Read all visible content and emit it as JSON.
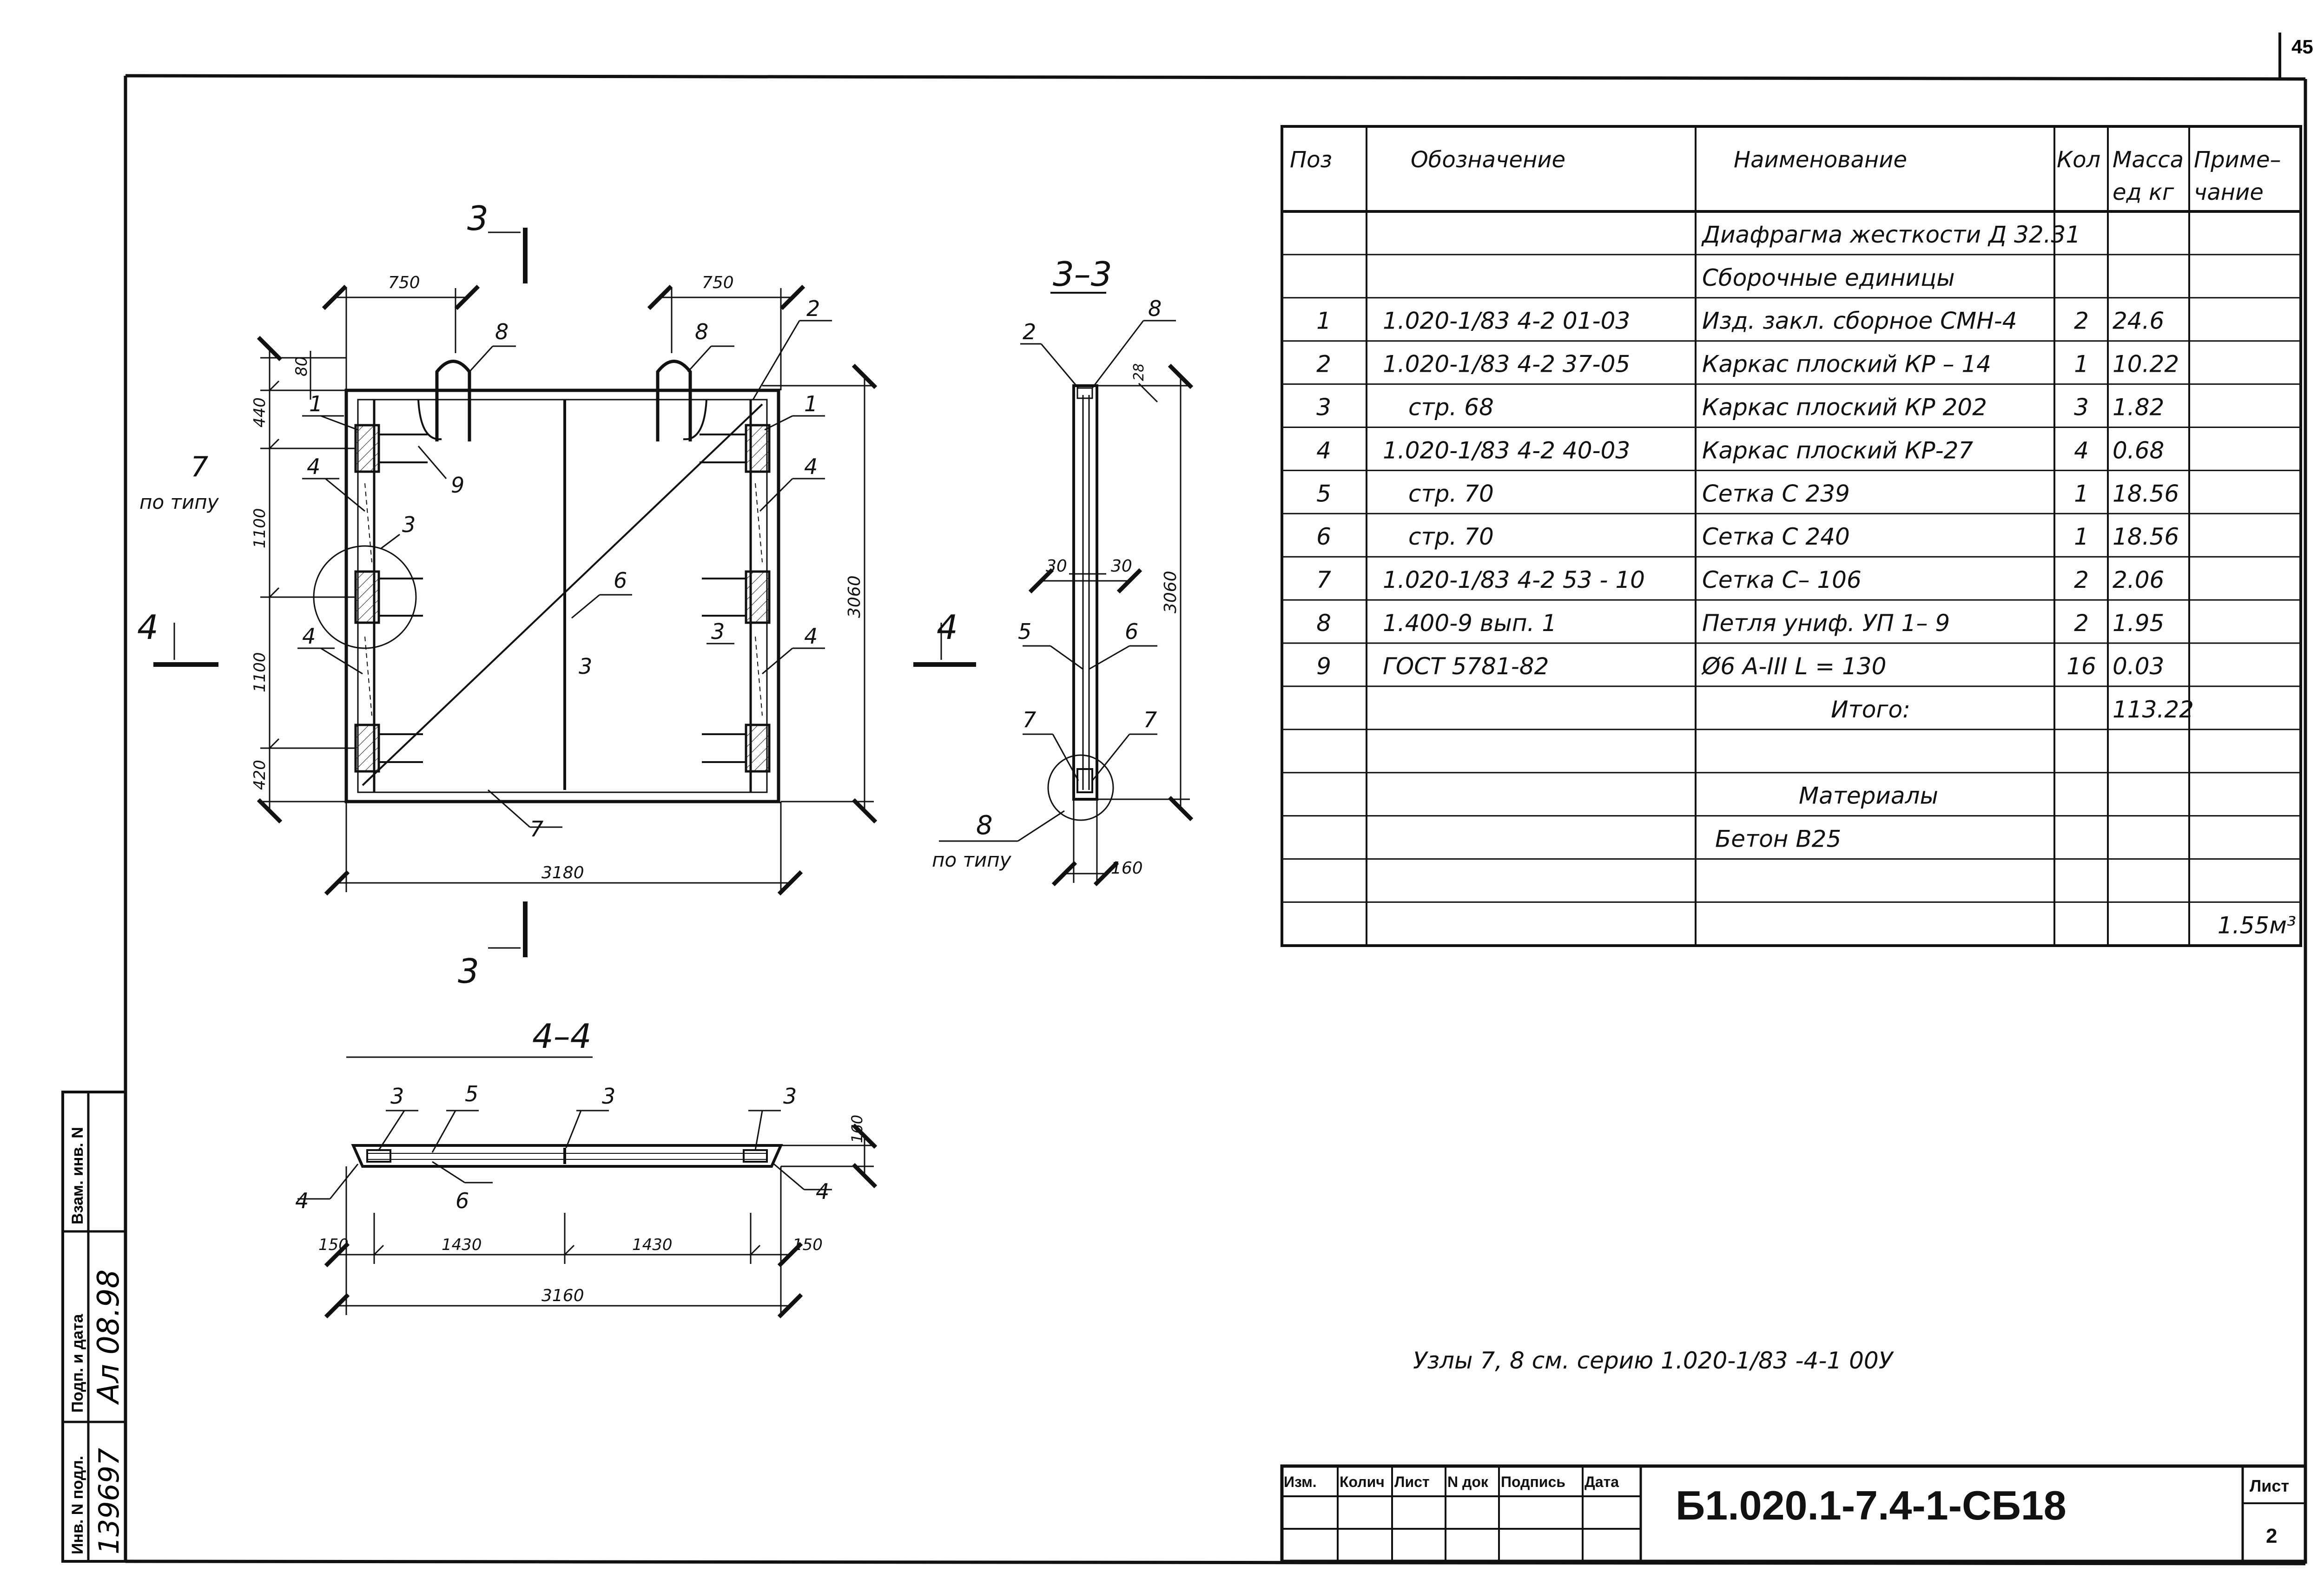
{
  "page_number": "45",
  "section_labels": {
    "sec3_top": "3",
    "sec3_bottom": "3",
    "sec4_left": "4",
    "sec4_right": "4",
    "view33": "3–3",
    "view44": "4–4"
  },
  "front_view": {
    "dims": {
      "top_left": "750",
      "top_right": "750",
      "d80": "80",
      "d440": "440",
      "d1100a": "1100",
      "d1100b": "1100",
      "d420": "420",
      "height": "3060",
      "width": "3180"
    },
    "callouts": {
      "p8a": "8",
      "p8b": "8",
      "p2": "2",
      "p1a": "1",
      "p1b": "1",
      "p4a": "4",
      "p4b": "4",
      "p4c": "4",
      "p4d": "4",
      "p9": "9",
      "p7": "7",
      "p7_note": "по типу",
      "p3a": "3",
      "p3b": "3",
      "p3c": "3",
      "p6": "6",
      "p7b": "7"
    }
  },
  "section_33": {
    "dims": {
      "d28": "28",
      "d30a": "30",
      "d30b": "30",
      "height": "3060",
      "d160": "160"
    },
    "callouts": {
      "p2": "2",
      "p8": "8",
      "p5": "5",
      "p6": "6",
      "p7a": "7",
      "p7b": "7",
      "p8b": "8",
      "p8_note": "по типу"
    }
  },
  "section_44": {
    "dims": {
      "d160": "160",
      "d150a": "150",
      "d1430a": "1430",
      "d1430b": "1430",
      "d150b": "150",
      "total": "3160"
    },
    "callouts": {
      "p3a": "3",
      "p5": "5",
      "p3b": "3",
      "p3c": "3",
      "p4a": "4",
      "p6": "6",
      "p4b": "4"
    }
  },
  "spec_table": {
    "headers": {
      "pos": "Поз",
      "designation": "Обозначение",
      "name": "Наименование",
      "qty": "Кол",
      "mass1": "Масса",
      "mass2": "ед кг",
      "note1": "Приме–",
      "note2": "чание"
    },
    "rows": [
      {
        "pos": "",
        "designation": "",
        "name": "Диафрагма жесткости Д 32.31",
        "qty": "",
        "mass": "",
        "note": ""
      },
      {
        "pos": "",
        "designation": "",
        "name": "Сборочные единицы",
        "qty": "",
        "mass": "",
        "note": ""
      },
      {
        "pos": "1",
        "designation": "1.020-1/83 4-2 01-03",
        "name": "Изд. закл. сборное СМН-4",
        "qty": "2",
        "mass": "24.6",
        "note": ""
      },
      {
        "pos": "2",
        "designation": "1.020-1/83 4-2 37-05",
        "name": "Каркас плоский КР – 14",
        "qty": "1",
        "mass": "10.22",
        "note": ""
      },
      {
        "pos": "3",
        "designation": "стр. 68",
        "name": "Каркас плоский КР 202",
        "qty": "3",
        "mass": "1.82",
        "note": ""
      },
      {
        "pos": "4",
        "designation": "1.020-1/83 4-2 40-03",
        "name": "Каркас плоский КР-27",
        "qty": "4",
        "mass": "0.68",
        "note": ""
      },
      {
        "pos": "5",
        "designation": "стр. 70",
        "name": "Сетка С 239",
        "qty": "1",
        "mass": "18.56",
        "note": ""
      },
      {
        "pos": "6",
        "designation": "стр. 70",
        "name": "Сетка С 240",
        "qty": "1",
        "mass": "18.56",
        "note": ""
      },
      {
        "pos": "7",
        "designation": "1.020-1/83 4-2 53 - 10",
        "name": "Сетка С– 106",
        "qty": "2",
        "mass": "2.06",
        "note": ""
      },
      {
        "pos": "8",
        "designation": "1.400-9 вып. 1",
        "name": "Петля униф. УП 1– 9",
        "qty": "2",
        "mass": "1.95",
        "note": ""
      },
      {
        "pos": "9",
        "designation": "ГОСТ 5781-82",
        "name": "Ø6 A-III L = 130",
        "qty": "16",
        "mass": "0.03",
        "note": ""
      },
      {
        "pos": "",
        "designation": "",
        "name": "Итого:",
        "qty": "",
        "mass": "113.22",
        "note": ""
      },
      {
        "pos": "",
        "designation": "",
        "name": "",
        "qty": "",
        "mass": "",
        "note": ""
      },
      {
        "pos": "",
        "designation": "",
        "name": "Материалы",
        "qty": "",
        "mass": "",
        "note": ""
      },
      {
        "pos": "",
        "designation": "",
        "name": "Бетон В25",
        "qty": "",
        "mass": "",
        "note": ""
      },
      {
        "pos": "",
        "designation": "",
        "name": "",
        "qty": "",
        "mass": "",
        "note": ""
      },
      {
        "pos": "",
        "designation": "",
        "name": "",
        "qty": "",
        "mass": "",
        "note": "1.55м³"
      }
    ]
  },
  "footnote": "Узлы 7, 8 см. серию 1.020-1/83 -4-1 00У",
  "title_block": {
    "cols": [
      "Изм.",
      "Колич",
      "Лист",
      "N док",
      "Подпись",
      "Дата"
    ],
    "code": "Б1.020.1-7.4-1-СБ18",
    "sheet_label": "Лист",
    "sheet_number": "2"
  },
  "side_stamp": {
    "inv_label": "Инв. N подл.",
    "inv_value": "139697",
    "sign_label": "Подп. и дата",
    "sign_value": "Ал 08.98",
    "replace_label": "Взам. инв. N"
  }
}
